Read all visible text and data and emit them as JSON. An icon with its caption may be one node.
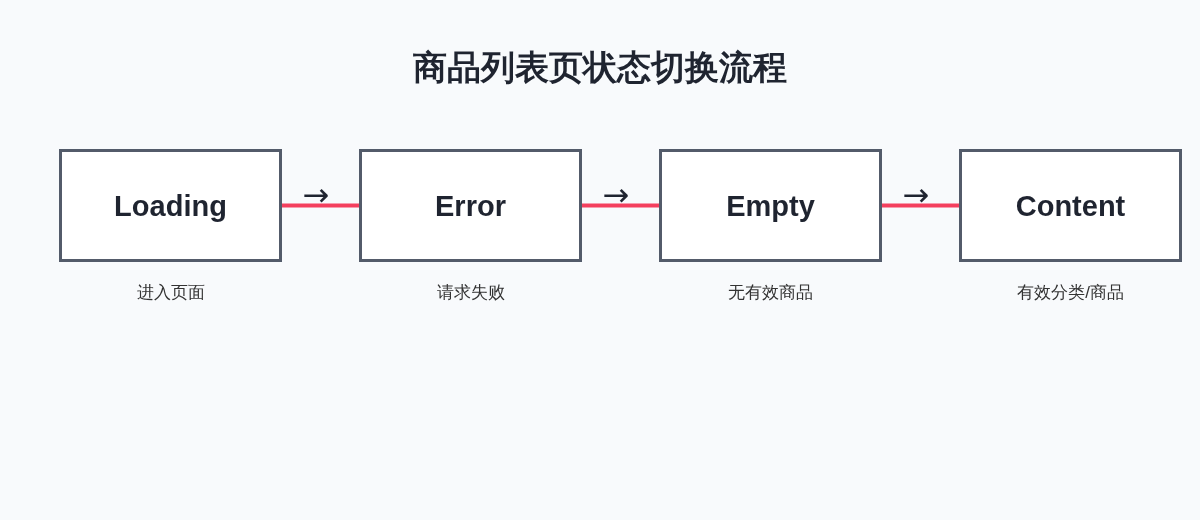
{
  "diagram": {
    "title": "商品列表页状态切换流程",
    "nodes": [
      {
        "text": [
          "Loading"
        ],
        "beside": [
          "进入页面"
        ]
      },
      {
        "text": [
          "Error"
        ],
        "beside": [
          "请求失败"
        ]
      },
      {
        "text": [
          "Empty"
        ],
        "beside": [
          "无有效商品"
        ]
      },
      {
        "text": [
          "Content"
        ],
        "beside": [
          "有效分类/商品"
        ]
      }
    ],
    "edges": [
      {
        "from": 0,
        "to": 1,
        "arrow": "none",
        "label": "→"
      },
      {
        "from": 1,
        "to": 2,
        "arrow": "none",
        "label": "→"
      },
      {
        "from": 2,
        "to": 3,
        "arrow": "none",
        "label": "→"
      }
    ]
  }
}
